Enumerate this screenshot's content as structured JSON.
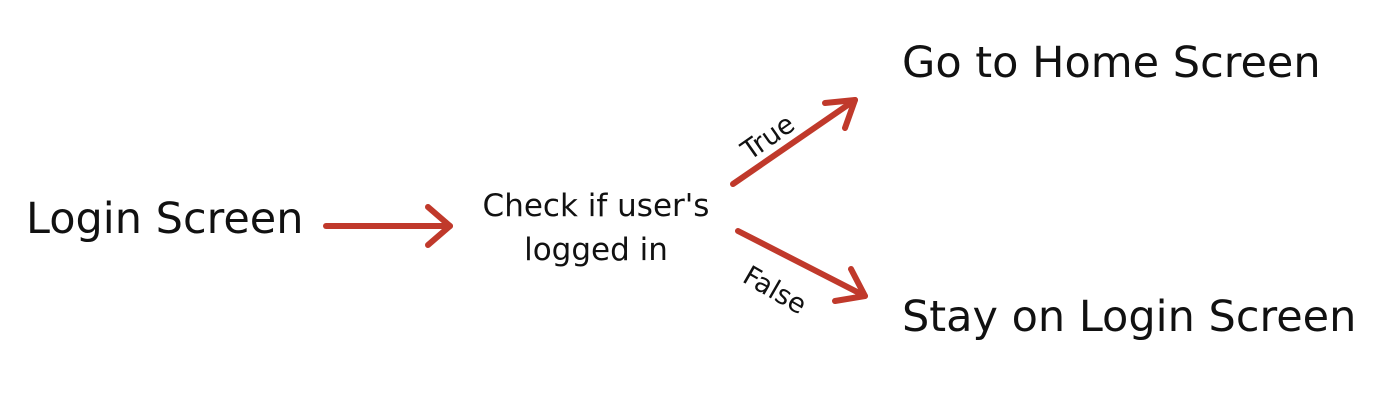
{
  "colors": {
    "arrow": "#c0392b",
    "text": "#111111",
    "background": "#ffffff"
  },
  "nodes": {
    "login_screen": "Login Screen",
    "check_line1": "Check if user's",
    "check_line2": "logged in",
    "home_screen": "Go to Home Screen",
    "stay_screen": "Stay on Login Screen"
  },
  "edges": {
    "true_label": "True",
    "false_label": "False"
  }
}
